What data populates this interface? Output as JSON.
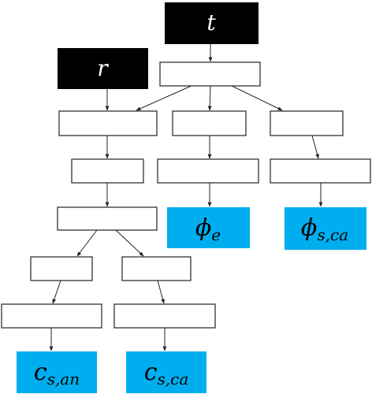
{
  "diagram": {
    "inputs": {
      "t": "t",
      "r": "r"
    },
    "outputs": {
      "phi_e": {
        "base": "ϕ",
        "sub": "e"
      },
      "phi_s_ca": {
        "base": "ϕ",
        "sub": "s,ca"
      },
      "c_s_an": {
        "base": "c",
        "sub": "s,an"
      },
      "c_s_ca": {
        "base": "c",
        "sub": "s,ca"
      }
    },
    "colors": {
      "input_fill": "#000000",
      "output_fill": "#00aeef",
      "node_border": "#222222"
    }
  }
}
